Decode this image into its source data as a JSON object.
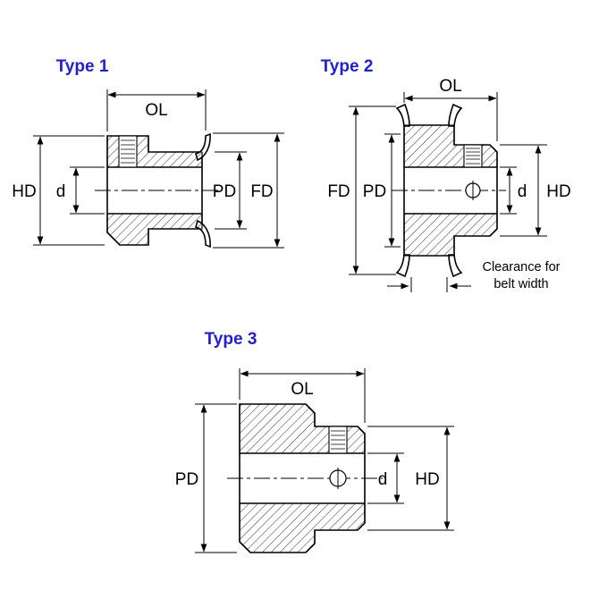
{
  "colors": {
    "accent": "#2222cc",
    "ink": "#000000"
  },
  "type1": {
    "title": "Type 1",
    "dim_ol": "OL",
    "dim_hd": "HD",
    "dim_d": "d",
    "dim_pd": "PD",
    "dim_fd": "FD"
  },
  "type2": {
    "title": "Type 2",
    "dim_ol": "OL",
    "dim_fd": "FD",
    "dim_pd": "PD",
    "dim_d": "d",
    "dim_hd": "HD",
    "note_line1": "Clearance for",
    "note_line2": "belt width"
  },
  "type3": {
    "title": "Type 3",
    "dim_ol": "OL",
    "dim_pd": "PD",
    "dim_d": "d",
    "dim_hd": "HD"
  }
}
